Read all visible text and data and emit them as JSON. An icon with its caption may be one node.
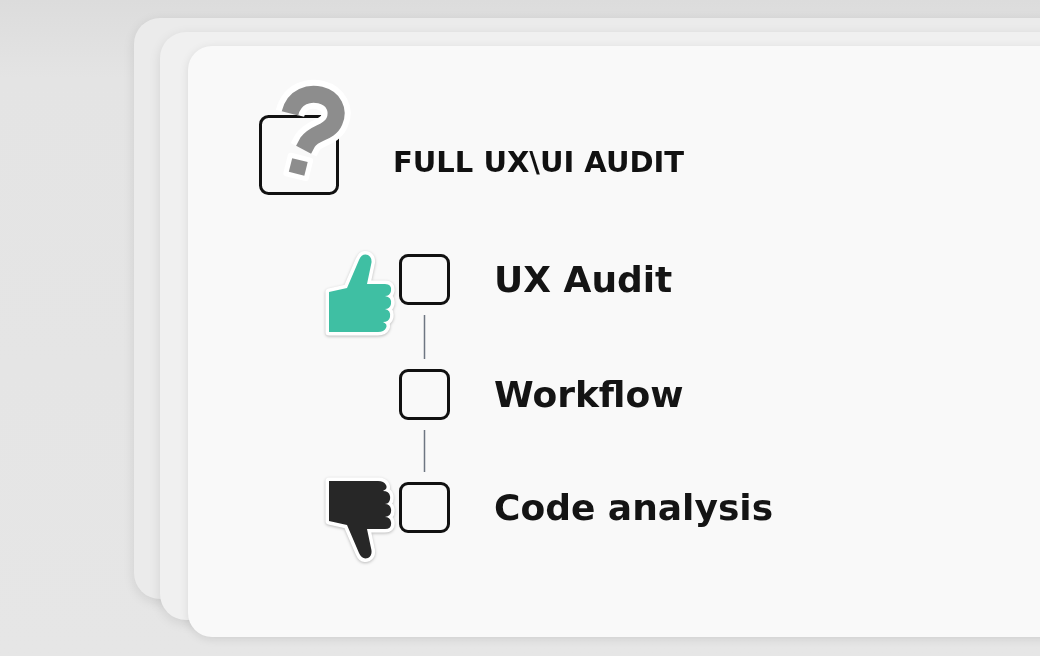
{
  "diagram": {
    "nodes": [
      {
        "text": [
          "FULL UX\\UI AUDIT"
        ]
      },
      {
        "text": [],
        "shape": "box",
        "beside": [
          "UX Audit"
        ],
        "in": 0
      },
      {
        "text": [],
        "shape": "box",
        "beside": [
          "Workflow"
        ],
        "in": 0
      },
      {
        "text": [],
        "shape": "box",
        "beside": [
          "Code analysis"
        ],
        "in": 0
      }
    ],
    "edges": [
      {
        "from": 1,
        "to": 2,
        "arrow": "none"
      },
      {
        "from": 2,
        "to": 3,
        "arrow": "none"
      }
    ]
  }
}
